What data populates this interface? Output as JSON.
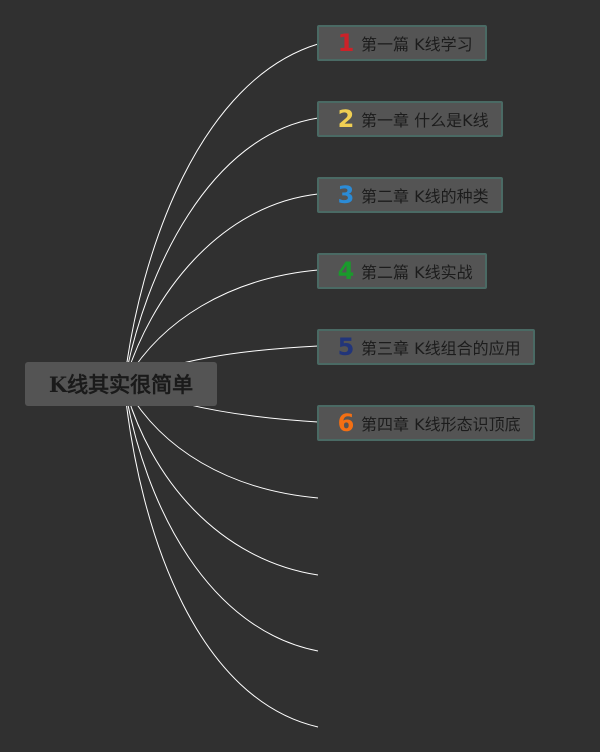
{
  "root": {
    "label": "K线其实很简单"
  },
  "children": [
    {
      "number": "1",
      "label": "第一篇 K线学习",
      "color": "#cc2229"
    },
    {
      "number": "2",
      "label": "第一章 什么是K线",
      "color": "#f0cf53"
    },
    {
      "number": "3",
      "label": "第二章 K线的种类",
      "color": "#2b8bd6"
    },
    {
      "number": "4",
      "label": "第二篇 K线实战",
      "color": "#1a9a2c"
    },
    {
      "number": "5",
      "label": "第三章 K线组合的应用",
      "color": "#22357a"
    },
    {
      "number": "6",
      "label": "第四章 K线形态识顶底",
      "color": "#f36f13"
    }
  ],
  "connector_color": "#ffffff",
  "background_color": "#303030"
}
